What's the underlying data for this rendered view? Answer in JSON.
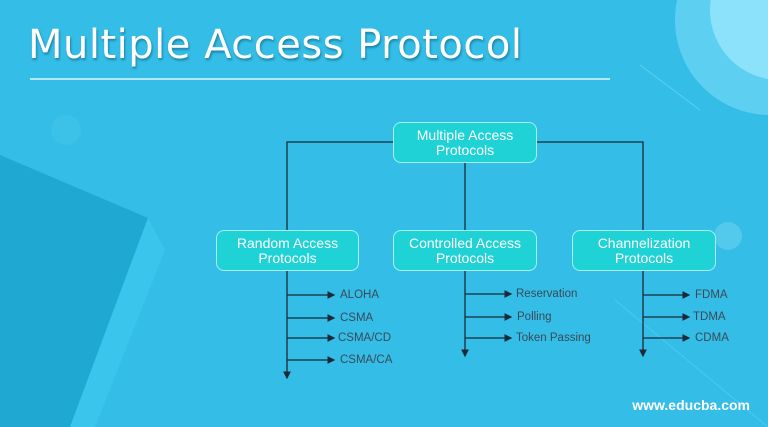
{
  "title": "Multiple Access Protocol",
  "colors": {
    "background": "#34bde6",
    "node_fill": "#1fd2d6",
    "node_border": "#a6f0f2",
    "line": "#1b2a38",
    "leaf_text": "#3b4a58"
  },
  "root": {
    "line1": "Multiple Access",
    "line2": "Protocols"
  },
  "branches": [
    {
      "line1": "Random Access",
      "line2": "Protocols",
      "leaves": [
        "ALOHA",
        "CSMA",
        "CSMA/CD",
        "CSMA/CA"
      ]
    },
    {
      "line1": "Controlled Access",
      "line2": "Protocols",
      "leaves": [
        "Reservation",
        "Polling",
        "Token Passing"
      ]
    },
    {
      "line1": "Channelization",
      "line2": "Protocols",
      "leaves": [
        "FDMA",
        "TDMA",
        "CDMA"
      ]
    }
  ],
  "footer": "www.educba.com"
}
